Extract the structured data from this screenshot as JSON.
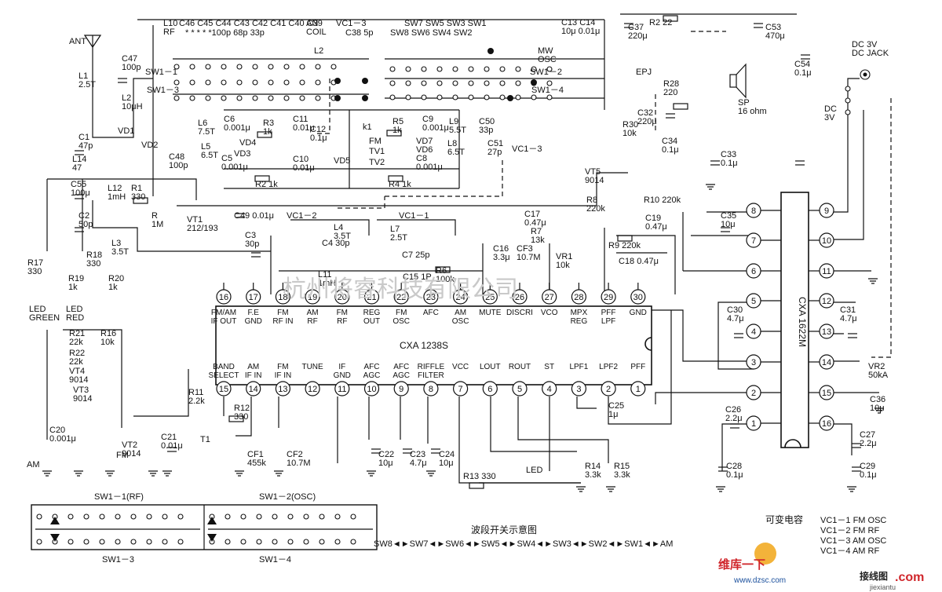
{
  "antenna": "ANT",
  "ic1": {
    "name": "CXA 1238S",
    "top_pins": [
      {
        "num": "16",
        "label": "FM/AM\nIF OUT"
      },
      {
        "num": "17",
        "label": "F.E\nGND"
      },
      {
        "num": "18",
        "label": "FM\nRF IN"
      },
      {
        "num": "19",
        "label": "AM\nRF"
      },
      {
        "num": "20",
        "label": "FM\nRF"
      },
      {
        "num": "21",
        "label": "REG\nOUT"
      },
      {
        "num": "22",
        "label": "FM\nOSC"
      },
      {
        "num": "23",
        "label": "AFC"
      },
      {
        "num": "24",
        "label": "AM\nOSC"
      },
      {
        "num": "25",
        "label": "MUTE"
      },
      {
        "num": "26",
        "label": "DISCRI"
      },
      {
        "num": "27",
        "label": "VCO"
      },
      {
        "num": "28",
        "label": "MPX\nREG"
      },
      {
        "num": "29",
        "label": "PFF\nLPF"
      },
      {
        "num": "30",
        "label": "GND"
      }
    ],
    "bottom_pins": [
      {
        "num": "15",
        "label": "BAND\nSELECT"
      },
      {
        "num": "14",
        "label": "AM\nIF IN"
      },
      {
        "num": "13",
        "label": "FM\nIF IN"
      },
      {
        "num": "12",
        "label": "TUNE"
      },
      {
        "num": "11",
        "label": "IF\nGND"
      },
      {
        "num": "10",
        "label": "AFC\nAGC"
      },
      {
        "num": "9",
        "label": "AFC\nAGC"
      },
      {
        "num": "8",
        "label": "RIFFLE\nFILTER"
      },
      {
        "num": "7",
        "label": "VCC"
      },
      {
        "num": "6",
        "label": "LOUT"
      },
      {
        "num": "5",
        "label": "ROUT"
      },
      {
        "num": "4",
        "label": "ST"
      },
      {
        "num": "3",
        "label": "LPF1"
      },
      {
        "num": "2",
        "label": "LPF2"
      },
      {
        "num": "1",
        "label": "PFF"
      }
    ]
  },
  "ic2": {
    "name": "CXA 1622M",
    "left_pins": [
      "8",
      "7",
      "6",
      "5",
      "4",
      "3",
      "2",
      "1"
    ],
    "right_pins": [
      "9",
      "10",
      "11",
      "12",
      "13",
      "14",
      "15",
      "16"
    ]
  },
  "components": [
    {
      "id": "L1",
      "text": "L1\n2.5T"
    },
    {
      "id": "C47",
      "text": "C47\n100p"
    },
    {
      "id": "L2",
      "text": "L2\n10μH"
    },
    {
      "id": "VD1",
      "text": "VD1"
    },
    {
      "id": "VD2",
      "text": "VD2"
    },
    {
      "id": "C1",
      "text": "C1\n47p"
    },
    {
      "id": "L14",
      "text": "L14\n47"
    },
    {
      "id": "C55",
      "text": "C55\n100μ"
    },
    {
      "id": "L12",
      "text": "L12\n1mH"
    },
    {
      "id": "C2",
      "text": "C2\n50p"
    },
    {
      "id": "L3",
      "text": "L3\n3.5T"
    },
    {
      "id": "R1",
      "text": "R1\n330"
    },
    {
      "id": "R",
      "text": "R\n1M"
    },
    {
      "id": "C48",
      "text": "C48\n100p"
    },
    {
      "id": "VT1",
      "text": "VT1\n212/193"
    },
    {
      "id": "L10",
      "text": "L10\nRF"
    },
    {
      "id": "CTOP",
      "text": "C46 C45 C44 C43 C42 C41 C40 C39"
    },
    {
      "id": "CVAL",
      "text": "*    *    *    *    *100p 68p 33p"
    },
    {
      "id": "ANCOIL",
      "text": "AN\nCOIL"
    },
    {
      "id": "VC13T",
      "text": "VC1－3"
    },
    {
      "id": "C38",
      "text": "C38 5p"
    },
    {
      "id": "SW11",
      "text": "SW1－1"
    },
    {
      "id": "SW13",
      "text": "SW1－3"
    },
    {
      "id": "L6",
      "text": "L6\n7.5T"
    },
    {
      "id": "L5",
      "text": "L5\n6.5T"
    },
    {
      "id": "C6",
      "text": "C6\n0.001μ"
    },
    {
      "id": "VD4",
      "text": "VD4"
    },
    {
      "id": "VD3",
      "text": "VD3"
    },
    {
      "id": "C5",
      "text": "C5\n0.001μ"
    },
    {
      "id": "R3",
      "text": "R3\n1k"
    },
    {
      "id": "C11",
      "text": "C11\n0.01μ"
    },
    {
      "id": "C10",
      "text": "C10\n0.01μ"
    },
    {
      "id": "C12",
      "text": "C12\n0.1μ"
    },
    {
      "id": "VD5",
      "text": "VD5"
    },
    {
      "id": "R2",
      "text": "R2 1k"
    },
    {
      "id": "K1",
      "text": "k1"
    },
    {
      "id": "FM",
      "text": "FM"
    },
    {
      "id": "TV1",
      "text": "TV1"
    },
    {
      "id": "TV2",
      "text": "TV2"
    },
    {
      "id": "L4",
      "text": "L2"
    },
    {
      "id": "SWR1",
      "text": "SW7  SW5  SW3  SW1"
    },
    {
      "id": "SWR2",
      "text": "SW8  SW6  SW4  SW2"
    },
    {
      "id": "MWOSC",
      "text": "MW\nOSC"
    },
    {
      "id": "C13",
      "text": "C13 C14\n10μ 0.01μ"
    },
    {
      "id": "SW12",
      "text": "SW1－2"
    },
    {
      "id": "SW14",
      "text": "SW1－4"
    },
    {
      "id": "R5",
      "text": "R5\n1k"
    },
    {
      "id": "C9",
      "text": "C9\n0.001μ"
    },
    {
      "id": "VD7",
      "text": "VD7"
    },
    {
      "id": "VD6",
      "text": "VD6"
    },
    {
      "id": "C8",
      "text": "C8\n0.001μ"
    },
    {
      "id": "L9",
      "text": "L9\n5.5T"
    },
    {
      "id": "L8",
      "text": "L8\n6.5T"
    },
    {
      "id": "C50",
      "text": "C50\n33p"
    },
    {
      "id": "C51",
      "text": "C51\n27p"
    },
    {
      "id": "VC13B",
      "text": "VC1－3"
    },
    {
      "id": "R4",
      "text": "R4 1k"
    },
    {
      "id": "VT5",
      "text": "VT5\n9014"
    },
    {
      "id": "C37",
      "text": "C37\n220μ"
    },
    {
      "id": "R222",
      "text": "R2 22"
    },
    {
      "id": "C53",
      "text": "C53\n470μ"
    },
    {
      "id": "C54",
      "text": "C54\n0.1μ"
    },
    {
      "id": "DCJACK",
      "text": "DC 3V\nDC JACK"
    },
    {
      "id": "DC3V",
      "text": "DC\n3V"
    },
    {
      "id": "EPJ",
      "text": "EPJ"
    },
    {
      "id": "R28",
      "text": "R28\n220"
    },
    {
      "id": "SP",
      "text": "SP\n16 ohm"
    },
    {
      "id": "C32",
      "text": "C32\n220μ"
    },
    {
      "id": "R30",
      "text": "R30\n10k"
    },
    {
      "id": "C34",
      "text": "C34\n0.1μ"
    },
    {
      "id": "C33",
      "text": "C33\n0.1μ"
    },
    {
      "id": "L11",
      "text": "L11\n1mH"
    },
    {
      "id": "C49",
      "text": "C49 0.01μ"
    },
    {
      "id": "C3",
      "text": "C3\n30p"
    },
    {
      "id": "VC12",
      "text": "VC1－2"
    },
    {
      "id": "L4b",
      "text": "L4\n3.5T"
    },
    {
      "id": "C4",
      "text": "C4 30p"
    },
    {
      "id": "VC11",
      "text": "VC1－1"
    },
    {
      "id": "L7",
      "text": "L7\n2.5T"
    },
    {
      "id": "C7",
      "text": "C7 25p"
    },
    {
      "id": "C15",
      "text": "C15 1P"
    },
    {
      "id": "R6",
      "text": "R6\n100k"
    },
    {
      "id": "C17",
      "text": "C17\n0.47μ"
    },
    {
      "id": "R7",
      "text": "R7\n13k"
    },
    {
      "id": "C16",
      "text": "C16\n3.3μ"
    },
    {
      "id": "CF3",
      "text": "CF3\n10.7M"
    },
    {
      "id": "VR1",
      "text": "VR1\n10k"
    },
    {
      "id": "R8",
      "text": "R8\n220k"
    },
    {
      "id": "R10",
      "text": "R10 220k"
    },
    {
      "id": "C19",
      "text": "C19\n0.47μ"
    },
    {
      "id": "R9",
      "text": "R9 220k"
    },
    {
      "id": "C18",
      "text": "C18 0.47μ"
    },
    {
      "id": "C35",
      "text": "C35\n10μ"
    },
    {
      "id": "C30",
      "text": "C30\n4.7μ"
    },
    {
      "id": "C31",
      "text": "C31\n4.7μ"
    },
    {
      "id": "VR2",
      "text": "VR2\n50kA"
    },
    {
      "id": "C36",
      "text": "C36\n10μ"
    },
    {
      "id": "C26",
      "text": "C26\n2.2μ"
    },
    {
      "id": "C27",
      "text": "C27\n2.2μ"
    },
    {
      "id": "C28",
      "text": "C28\n0.1μ"
    },
    {
      "id": "C29",
      "text": "C29\n0.1μ"
    },
    {
      "id": "R17",
      "text": "R17\n330"
    },
    {
      "id": "R18",
      "text": "R18\n330"
    },
    {
      "id": "R19",
      "text": "R19\n1k"
    },
    {
      "id": "R20",
      "text": "R20\n1k"
    },
    {
      "id": "LEDG",
      "text": "LED\nGREEN"
    },
    {
      "id": "LEDR",
      "text": "LED\nRED"
    },
    {
      "id": "R21",
      "text": "R21\n22k"
    },
    {
      "id": "R16",
      "text": "R16\n10k"
    },
    {
      "id": "R22",
      "text": "R22\n22k"
    },
    {
      "id": "VT4",
      "text": "VT4\n9014"
    },
    {
      "id": "VT3",
      "text": "VT3\n9014"
    },
    {
      "id": "C20",
      "text": "C20\n0.001μ"
    },
    {
      "id": "AM",
      "text": "AM"
    },
    {
      "id": "FMSW",
      "text": "FM"
    },
    {
      "id": "VT2",
      "text": "VT2\n9014"
    },
    {
      "id": "R11",
      "text": "R11\n2.2k"
    },
    {
      "id": "R12",
      "text": "R12\n330"
    },
    {
      "id": "C21",
      "text": "C21\n0.01μ"
    },
    {
      "id": "T1",
      "text": "T1"
    },
    {
      "id": "CF1",
      "text": "CF1\n455k"
    },
    {
      "id": "CF2",
      "text": "CF2\n10.7M"
    },
    {
      "id": "C22",
      "text": "C22\n10μ"
    },
    {
      "id": "C23",
      "text": "C23\n4.7μ"
    },
    {
      "id": "C24",
      "text": "C24\n10μ"
    },
    {
      "id": "R13",
      "text": "R13 330"
    },
    {
      "id": "LED",
      "text": "LED"
    },
    {
      "id": "R14",
      "text": "R14\n3.3k"
    },
    {
      "id": "R15",
      "text": "R15\n3.3k"
    },
    {
      "id": "C25",
      "text": "C25\n1μ"
    }
  ],
  "legend": {
    "sw11": "SW1－1(RF)",
    "sw12": "SW1－2(OSC)",
    "sw13": "SW1－3",
    "sw14": "SW1－4",
    "band_title": "波段开关示意图",
    "band_seq": "SW8◄►SW7◄►SW6◄►SW5◄►SW4◄►SW3◄►SW2◄►SW1◄►AM",
    "varcap_title": "可变电容",
    "varcaps": [
      "VC1－1 FM OSC",
      "VC1－2 FM RF",
      "VC1－3 AM OSC",
      "VC1－4 AM RF"
    ]
  },
  "watermark": "杭州将睿科技有限公司",
  "logo": {
    "top": "维库一下",
    "url": "www.dzsc.com",
    "site": "接线图",
    "site_url": "jiexiantu",
    "com": ".com"
  }
}
